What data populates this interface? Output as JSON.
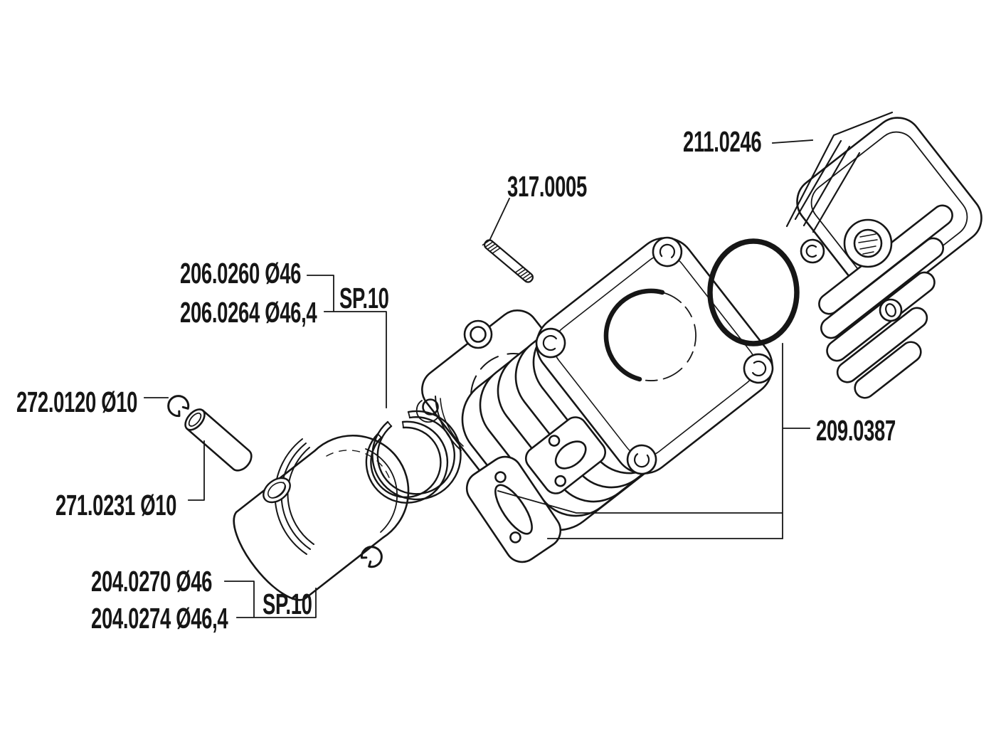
{
  "diagram": {
    "title": "cylinder-kit-exploded-parts-diagram",
    "background": "#ffffff",
    "line_color": "#161616",
    "labels": {
      "cylinder_head": "211.0246",
      "stud": "317.0005",
      "piston_rings_d46": "206.0260 Ø46",
      "piston_rings_d464": "206.0264 Ø46,4",
      "piston_rings_series": "SP.10",
      "circlip": "272.0120 Ø10",
      "piston_pin": "271.0231 Ø10",
      "piston_d46": "204.0270 Ø46",
      "piston_d464": "204.0274 Ø46,4",
      "piston_series": "SP.10",
      "gasket_set": "209.0387"
    }
  }
}
